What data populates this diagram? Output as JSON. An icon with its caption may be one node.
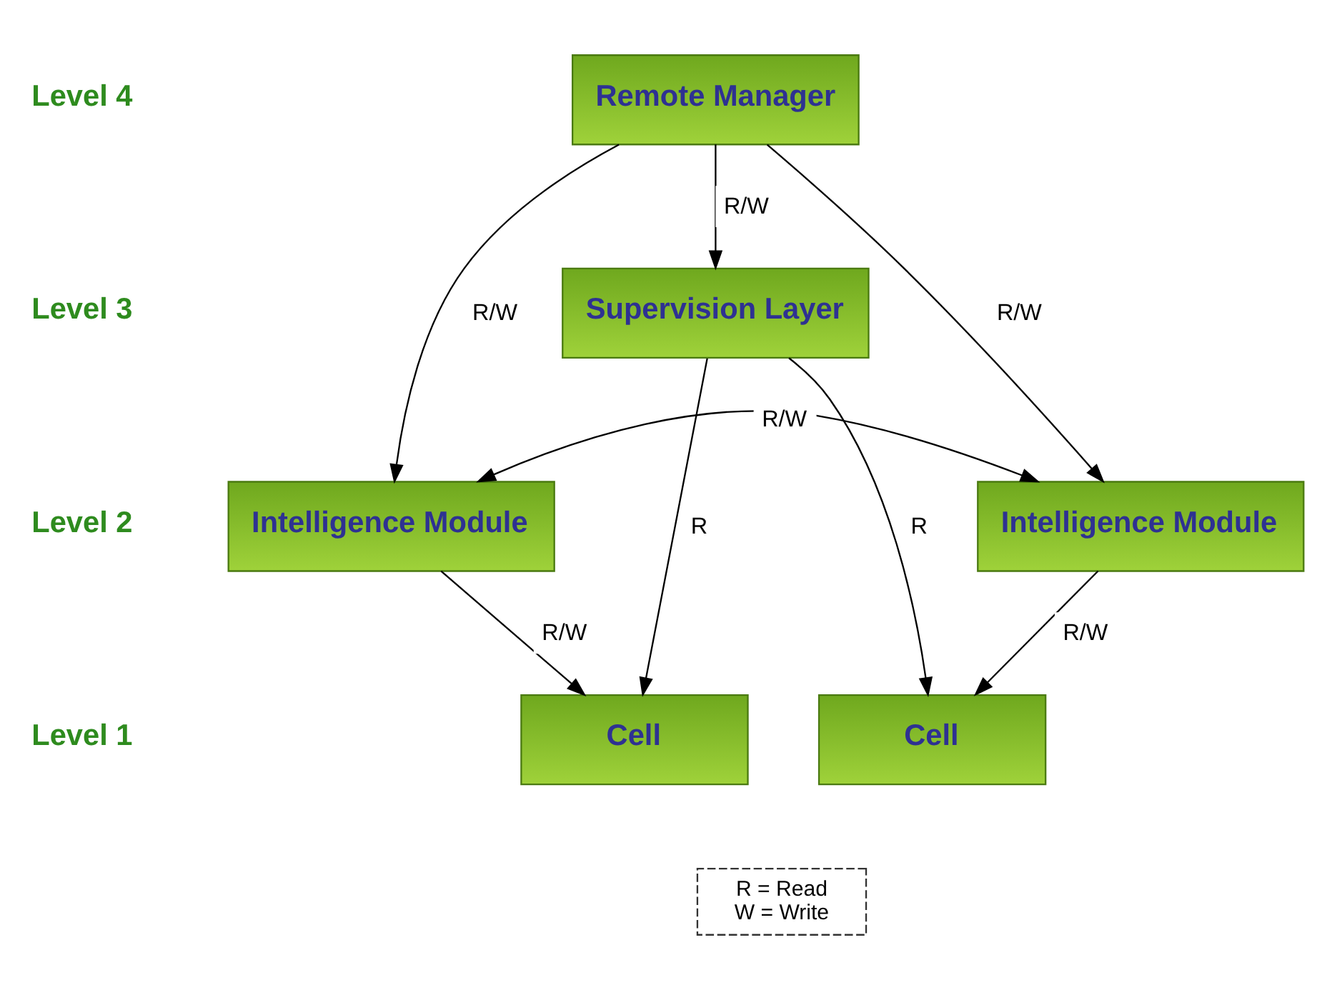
{
  "diagram": {
    "nodes": [
      {
        "text": [
          "Remote Manager"
        ]
      },
      {
        "text": [
          "Supervision Layer"
        ]
      },
      {
        "text": [
          "Intelligence Module"
        ]
      },
      {
        "text": [
          "Intelligence Module"
        ]
      },
      {
        "text": [
          "Cell"
        ]
      },
      {
        "text": [
          "Cell"
        ]
      },
      {
        "text": [
          "R = Read",
          "W = Write"
        ]
      }
    ],
    "edges": [
      {
        "from": 0,
        "to": 2,
        "arrow": "to",
        "label": "R/W"
      },
      {
        "from": 0,
        "to": 1,
        "arrow": "to",
        "label": "R/W"
      },
      {
        "from": 0,
        "to": 3,
        "arrow": "to",
        "label": "R/W"
      },
      {
        "from": 2,
        "to": 3,
        "arrow": "both",
        "label": "R/W"
      },
      {
        "from": 1,
        "to": 4,
        "arrow": "to",
        "label": "R"
      },
      {
        "from": 1,
        "to": 5,
        "arrow": "to",
        "label": "R"
      },
      {
        "from": 2,
        "to": 4,
        "arrow": "to",
        "label": "R/W"
      },
      {
        "from": 3,
        "to": 5,
        "arrow": "to",
        "label": "R/W"
      }
    ],
    "labels": [
      "Level 4",
      "Level 3",
      "Level 2",
      "Level 1"
    ]
  }
}
